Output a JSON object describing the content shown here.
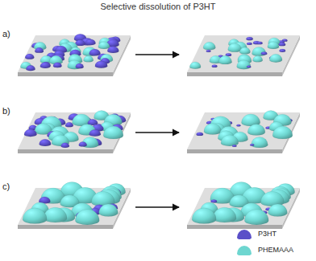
{
  "diagram": {
    "title": "Selective dissolution of P3HT",
    "labels": [
      "a)",
      "b)",
      "c)"
    ],
    "legend": [
      {
        "text": "P3HT",
        "color": "#5a4fc8"
      },
      {
        "text": "PHEMAAA",
        "color": "#6ed6d0"
      }
    ]
  }
}
